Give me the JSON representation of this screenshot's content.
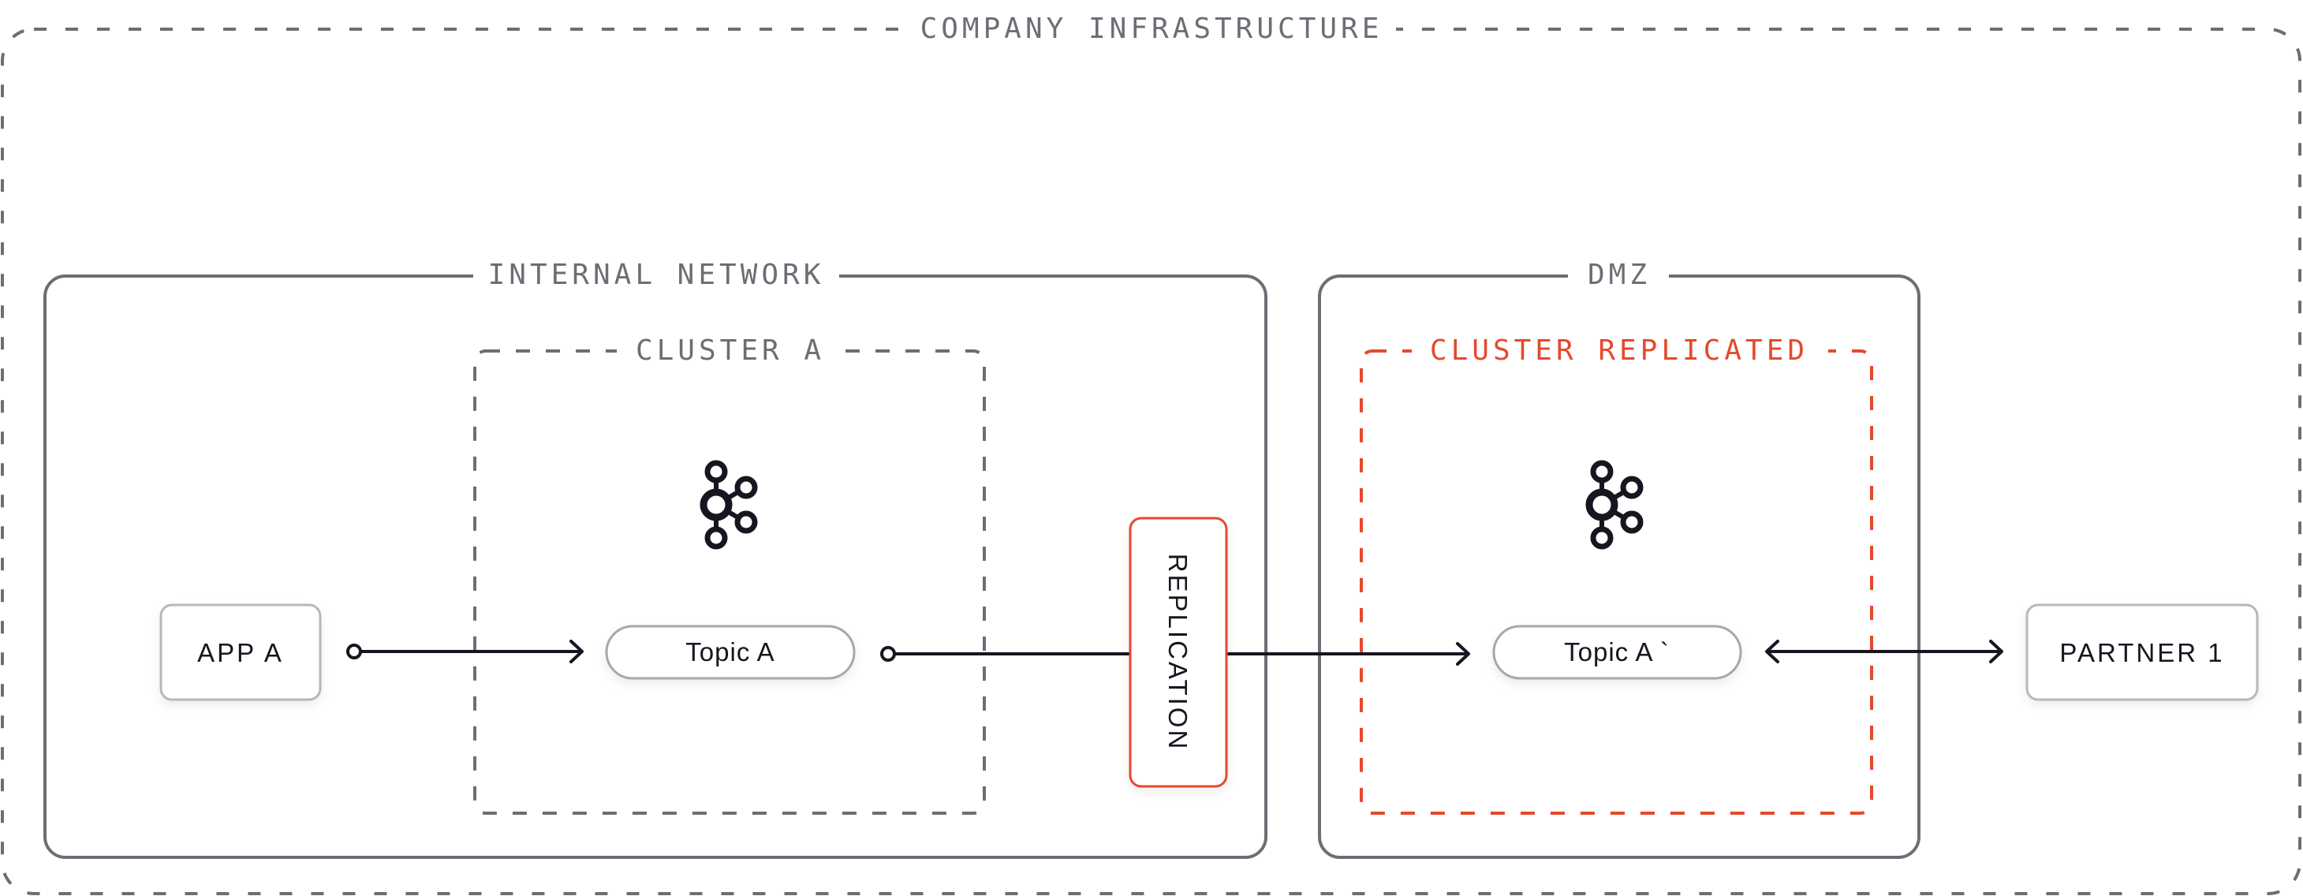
{
  "diagram": {
    "title": "Company Infrastructure",
    "colors": {
      "frame": "#6e6d76",
      "accent": "#e5492d",
      "ink": "#17151f",
      "node_border": "#b9b6bc"
    },
    "zones": {
      "company": {
        "label": "COMPANY INFRASTRUCTURE",
        "style": "dashed"
      },
      "internal_network": {
        "label": "INTERNAL NETWORK",
        "style": "solid"
      },
      "dmz": {
        "label": "DMZ",
        "style": "solid"
      },
      "cluster_a": {
        "label": "CLUSTER A",
        "style": "dashed",
        "icon": "kafka-icon"
      },
      "cluster_replicated": {
        "label": "CLUSTER REPLICATED",
        "style": "dashed-accent",
        "icon": "kafka-icon"
      }
    },
    "nodes": {
      "app_a": {
        "label": "APP A"
      },
      "topic_a": {
        "label": "Topic A"
      },
      "replication": {
        "label": "REPLICATION"
      },
      "topic_a_prime": {
        "label": "Topic A `"
      },
      "partner_1": {
        "label": "PARTNER 1"
      }
    },
    "edges": [
      {
        "from": "APP A",
        "to": "Topic A",
        "type": "directed"
      },
      {
        "from": "Topic A",
        "to": "Topic A `",
        "via": "REPLICATION",
        "type": "directed"
      },
      {
        "from": "Topic A `",
        "to": "PARTNER 1",
        "type": "bidirectional"
      }
    ]
  }
}
